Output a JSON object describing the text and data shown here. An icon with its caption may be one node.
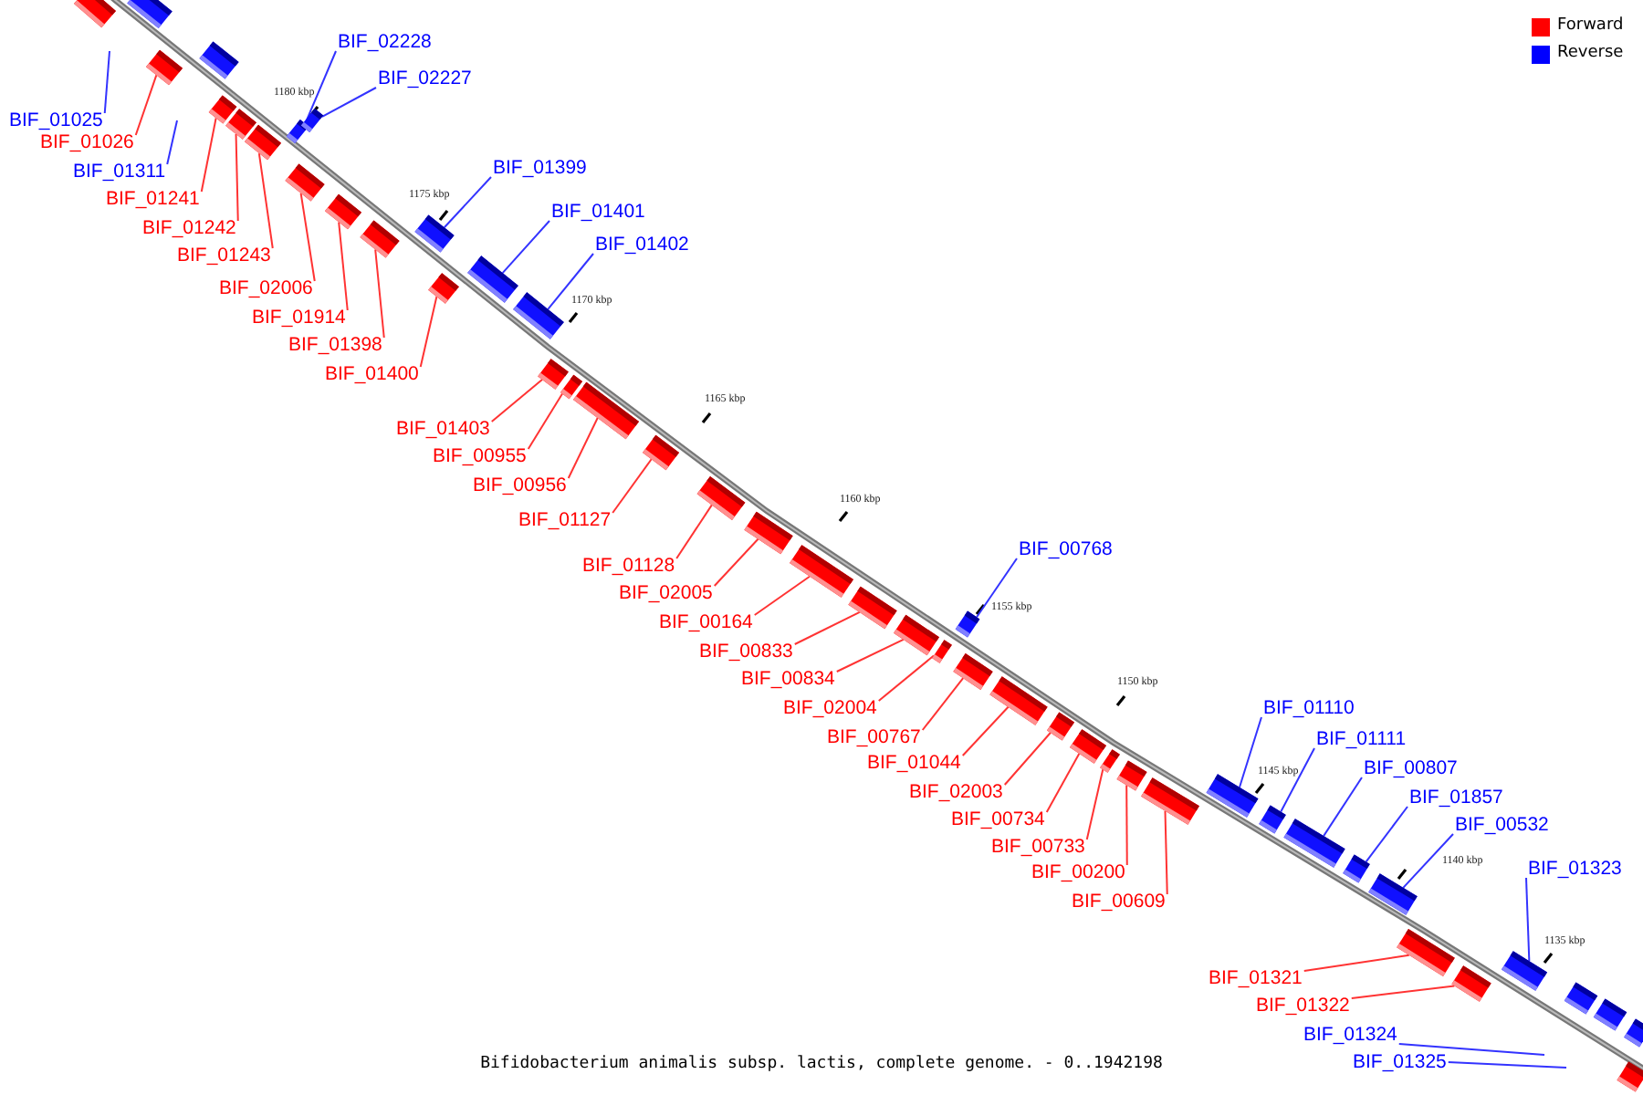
{
  "diagram": {
    "caption": "Bifidobacterium animalis subsp. lactis, complete genome. - 0..1942198",
    "nodes": [
      {
        "text": [
          "BIF_02228"
        ]
      },
      {
        "text": [
          "BIF_02227"
        ]
      },
      {
        "text": [
          "BIF_01025"
        ]
      },
      {
        "text": [
          "BIF_01026"
        ]
      },
      {
        "text": [
          "BIF_01399"
        ]
      },
      {
        "text": [
          "BIF_01311"
        ]
      },
      {
        "text": [
          "BIF_01241"
        ]
      },
      {
        "text": [
          "BIF_01401"
        ]
      },
      {
        "text": [
          "BIF_01242"
        ]
      },
      {
        "text": [
          "BIF_01402"
        ]
      },
      {
        "text": [
          "BIF_01243"
        ]
      },
      {
        "text": [
          "BIF_02006"
        ]
      },
      {
        "text": [
          "BIF_01914"
        ]
      },
      {
        "text": [
          "BIF_01398"
        ]
      },
      {
        "text": [
          "BIF_01400"
        ]
      },
      {
        "text": [
          "BIF_01403"
        ]
      },
      {
        "text": [
          "BIF_00955"
        ]
      },
      {
        "text": [
          "BIF_00956"
        ]
      },
      {
        "text": [
          "BIF_01127"
        ]
      },
      {
        "text": [
          "BIF_00768"
        ]
      },
      {
        "text": [
          "BIF_01128"
        ]
      },
      {
        "text": [
          "BIF_02005"
        ]
      },
      {
        "text": [
          "BIF_00164"
        ]
      },
      {
        "text": [
          "BIF_00833"
        ]
      },
      {
        "text": [
          "BIF_00834"
        ]
      },
      {
        "text": [
          "BIF_02004"
        ]
      },
      {
        "text": [
          "BIF_01110"
        ]
      },
      {
        "text": [
          "BIF_00767"
        ]
      },
      {
        "text": [
          "BIF_01111"
        ]
      },
      {
        "text": [
          "BIF_01044"
        ]
      },
      {
        "text": [
          "BIF_00807"
        ]
      },
      {
        "text": [
          "BIF_02003"
        ]
      },
      {
        "text": [
          "BIF_01857"
        ]
      },
      {
        "text": [
          "BIF_00734"
        ]
      },
      {
        "text": [
          "BIF_00532"
        ]
      },
      {
        "text": [
          "BIF_00733"
        ]
      },
      {
        "text": [
          "BIF_00200"
        ]
      },
      {
        "text": [
          "BIF_01323"
        ]
      },
      {
        "text": [
          "BIF_00609"
        ]
      },
      {
        "text": [
          "BIF_01321"
        ]
      },
      {
        "text": [
          "BIF_01322"
        ]
      },
      {
        "text": [
          "BIF_01324"
        ]
      },
      {
        "text": [
          "BIF_01325"
        ]
      },
      {
        "text": [],
        "shape": "box"
      },
      {
        "text": [],
        "shape": "box"
      },
      {
        "text": [],
        "shape": "box"
      },
      {
        "text": [],
        "shape": "box"
      },
      {
        "text": [],
        "shape": "box"
      },
      {
        "text": [],
        "shape": "box"
      },
      {
        "text": [],
        "shape": "box"
      },
      {
        "text": [],
        "shape": "box"
      },
      {
        "text": [],
        "shape": "box"
      },
      {
        "text": [],
        "shape": "box"
      },
      {
        "text": [],
        "shape": "box"
      },
      {
        "text": [],
        "shape": "box"
      },
      {
        "text": [],
        "shape": "box"
      },
      {
        "text": [],
        "shape": "box"
      },
      {
        "text": [],
        "shape": "box"
      },
      {
        "text": [],
        "shape": "box"
      },
      {
        "text": [],
        "shape": "box"
      },
      {
        "text": [],
        "shape": "box"
      },
      {
        "text": [],
        "shape": "box"
      },
      {
        "text": [],
        "shape": "box"
      },
      {
        "text": [],
        "shape": "box"
      },
      {
        "text": [],
        "shape": "box"
      },
      {
        "text": [],
        "shape": "box"
      },
      {
        "text": [],
        "shape": "box"
      },
      {
        "text": [],
        "shape": "box"
      },
      {
        "text": [],
        "shape": "box"
      },
      {
        "text": [],
        "shape": "box"
      },
      {
        "text": [],
        "shape": "box"
      },
      {
        "text": [],
        "shape": "box"
      },
      {
        "text": [],
        "shape": "box"
      },
      {
        "text": [],
        "shape": "box"
      },
      {
        "text": [],
        "shape": "box"
      },
      {
        "text": [],
        "shape": "box"
      },
      {
        "text": [],
        "shape": "box"
      },
      {
        "text": [],
        "shape": "box"
      },
      {
        "text": [],
        "shape": "box"
      },
      {
        "text": [],
        "shape": "box"
      },
      {
        "text": [],
        "shape": "box"
      },
      {
        "text": [],
        "shape": "box"
      },
      {
        "text": [],
        "shape": "box"
      },
      {
        "text": [],
        "shape": "box"
      },
      {
        "text": [],
        "shape": "box"
      },
      {
        "text": [],
        "shape": "box"
      },
      {
        "text": [],
        "shape": "box"
      },
      {
        "text": [],
        "shape": "box"
      },
      {
        "text": [],
        "shape": "box"
      }
    ],
    "edges": [
      {
        "from": 0,
        "to": 50,
        "arrow": "none",
        "color": "#3333ff"
      },
      {
        "from": 1,
        "to": 52,
        "arrow": "none",
        "color": "#3333ff"
      },
      {
        "from": 2,
        "to": null,
        "arrow": "none",
        "color": "#3333ff"
      },
      {
        "from": 3,
        "to": 45,
        "arrow": "none"
      },
      {
        "from": 4,
        "to": 55,
        "arrow": "none",
        "color": "#3333ff"
      },
      {
        "from": 5,
        "to": null,
        "arrow": "none",
        "color": "#3333ff"
      },
      {
        "from": 6,
        "to": 47,
        "arrow": "none"
      },
      {
        "from": 7,
        "to": 57,
        "arrow": "none",
        "color": "#3333ff"
      },
      {
        "from": 8,
        "to": 48,
        "arrow": "none"
      },
      {
        "from": 9,
        "to": 58,
        "arrow": "none",
        "color": "#3333ff"
      },
      {
        "from": 10,
        "to": 49,
        "arrow": "none"
      },
      {
        "from": 11,
        "to": 51,
        "arrow": "none"
      },
      {
        "from": 12,
        "to": 53,
        "arrow": "none"
      },
      {
        "from": 13,
        "to": 54,
        "arrow": "none"
      },
      {
        "from": 14,
        "to": 56,
        "arrow": "none"
      },
      {
        "from": 15,
        "to": 59,
        "arrow": "none"
      },
      {
        "from": 16,
        "to": 60,
        "arrow": "none"
      },
      {
        "from": 17,
        "to": 61,
        "arrow": "none"
      },
      {
        "from": 18,
        "to": 62,
        "arrow": "none"
      },
      {
        "from": 19,
        "to": 69,
        "arrow": "none",
        "color": "#3333ff"
      },
      {
        "from": 20,
        "to": 63,
        "arrow": "none"
      },
      {
        "from": 21,
        "to": 64,
        "arrow": "none"
      },
      {
        "from": 22,
        "to": 65,
        "arrow": "none"
      },
      {
        "from": 23,
        "to": 66,
        "arrow": "none"
      },
      {
        "from": 24,
        "to": 67,
        "arrow": "none"
      },
      {
        "from": 25,
        "to": 68,
        "arrow": "none"
      },
      {
        "from": 26,
        "to": 77,
        "arrow": "none",
        "color": "#3333ff"
      },
      {
        "from": 27,
        "to": 70,
        "arrow": "none"
      },
      {
        "from": 28,
        "to": 78,
        "arrow": "none",
        "color": "#3333ff"
      },
      {
        "from": 29,
        "to": 71,
        "arrow": "none"
      },
      {
        "from": 30,
        "to": 79,
        "arrow": "none",
        "color": "#3333ff"
      },
      {
        "from": 31,
        "to": 72,
        "arrow": "none"
      },
      {
        "from": 32,
        "to": 80,
        "arrow": "none",
        "color": "#3333ff"
      },
      {
        "from": 33,
        "to": 73,
        "arrow": "none"
      },
      {
        "from": 34,
        "to": 81,
        "arrow": "none",
        "color": "#3333ff"
      },
      {
        "from": 35,
        "to": 74,
        "arrow": "none"
      },
      {
        "from": 36,
        "to": 75,
        "arrow": "none"
      },
      {
        "from": 37,
        "to": 84,
        "arrow": "none",
        "color": "#3333ff"
      },
      {
        "from": 38,
        "to": 76,
        "arrow": "none"
      },
      {
        "from": 39,
        "to": 82,
        "arrow": "none"
      },
      {
        "from": 40,
        "to": 83,
        "arrow": "none"
      },
      {
        "from": 41,
        "to": null,
        "arrow": "none",
        "color": "#3333ff"
      },
      {
        "from": 42,
        "to": null,
        "arrow": "none",
        "color": "#3333ff"
      }
    ],
    "labels": [
      "1180 kbp",
      "1175 kbp",
      "1170 kbp",
      "1165 kbp",
      "1160 kbp",
      "1155 kbp",
      "1150 kbp",
      "1145 kbp",
      "1140 kbp",
      "1135 kbp"
    ],
    "legend": [
      {
        "text": "Forward",
        "color": "#ff0000"
      },
      {
        "text": "Reverse",
        "color": "#0000ff"
      }
    ]
  }
}
